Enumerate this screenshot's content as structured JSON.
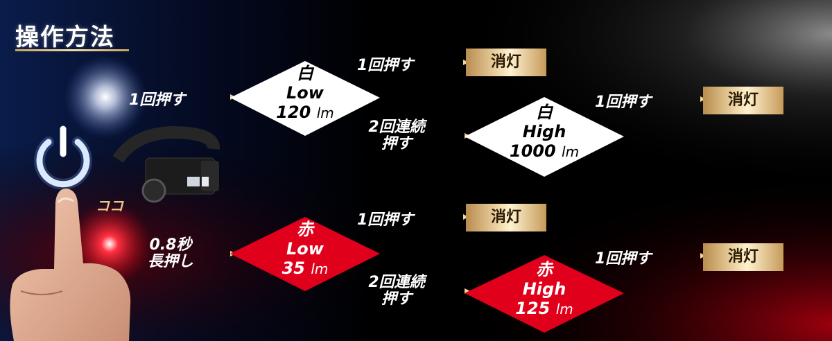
{
  "title": "操作方法",
  "pointer_label": "ココ",
  "colors": {
    "gold_light": "#f4dfb2",
    "gold_dark": "#b98c4e",
    "diamond_white": "#ffffff",
    "diamond_red": "#e0001b",
    "arrow_line": "#d9b26a"
  },
  "icons": [
    "power-icon",
    "finger-icon",
    "headlamp-icon",
    "white-led-glow-icon",
    "red-led-glow-icon"
  ],
  "white_mode": {
    "trigger": "1回押す",
    "low": {
      "color": "白",
      "mode": "Low",
      "lumens": "120",
      "unit": "lm"
    },
    "low_press_once": "1回押す",
    "low_off": "消灯",
    "double_press": {
      "line1": "2回連続",
      "line2": "押す"
    },
    "high": {
      "color": "白",
      "mode": "High",
      "lumens": "1000",
      "unit": "lm"
    },
    "high_press_once": "1回押す",
    "high_off": "消灯"
  },
  "red_mode": {
    "trigger": {
      "line1": "0.8秒",
      "line2": "長押し"
    },
    "low": {
      "color": "赤",
      "mode": "Low",
      "lumens": "35",
      "unit": "lm"
    },
    "low_press_once": "1回押す",
    "low_off": "消灯",
    "double_press": {
      "line1": "2回連続",
      "line2": "押す"
    },
    "high": {
      "color": "赤",
      "mode": "High",
      "lumens": "125",
      "unit": "lm"
    },
    "high_press_once": "1回押す",
    "high_off": "消灯"
  }
}
